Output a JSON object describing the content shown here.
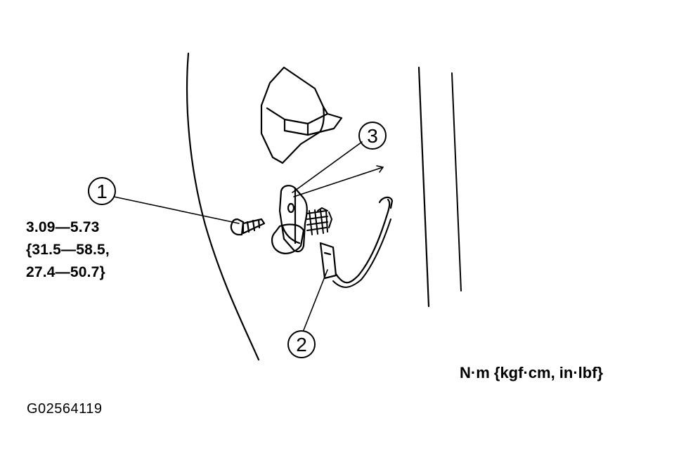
{
  "torque_spec": {
    "line1": "3.09—5.73",
    "line2": "{31.5—58.5,",
    "line3": "27.4—50.7}"
  },
  "units_label": "N·m {kgf·cm, in·lbf}",
  "figure_id": "G02564119",
  "callouts": {
    "one": "1",
    "two": "2",
    "three": "3"
  }
}
